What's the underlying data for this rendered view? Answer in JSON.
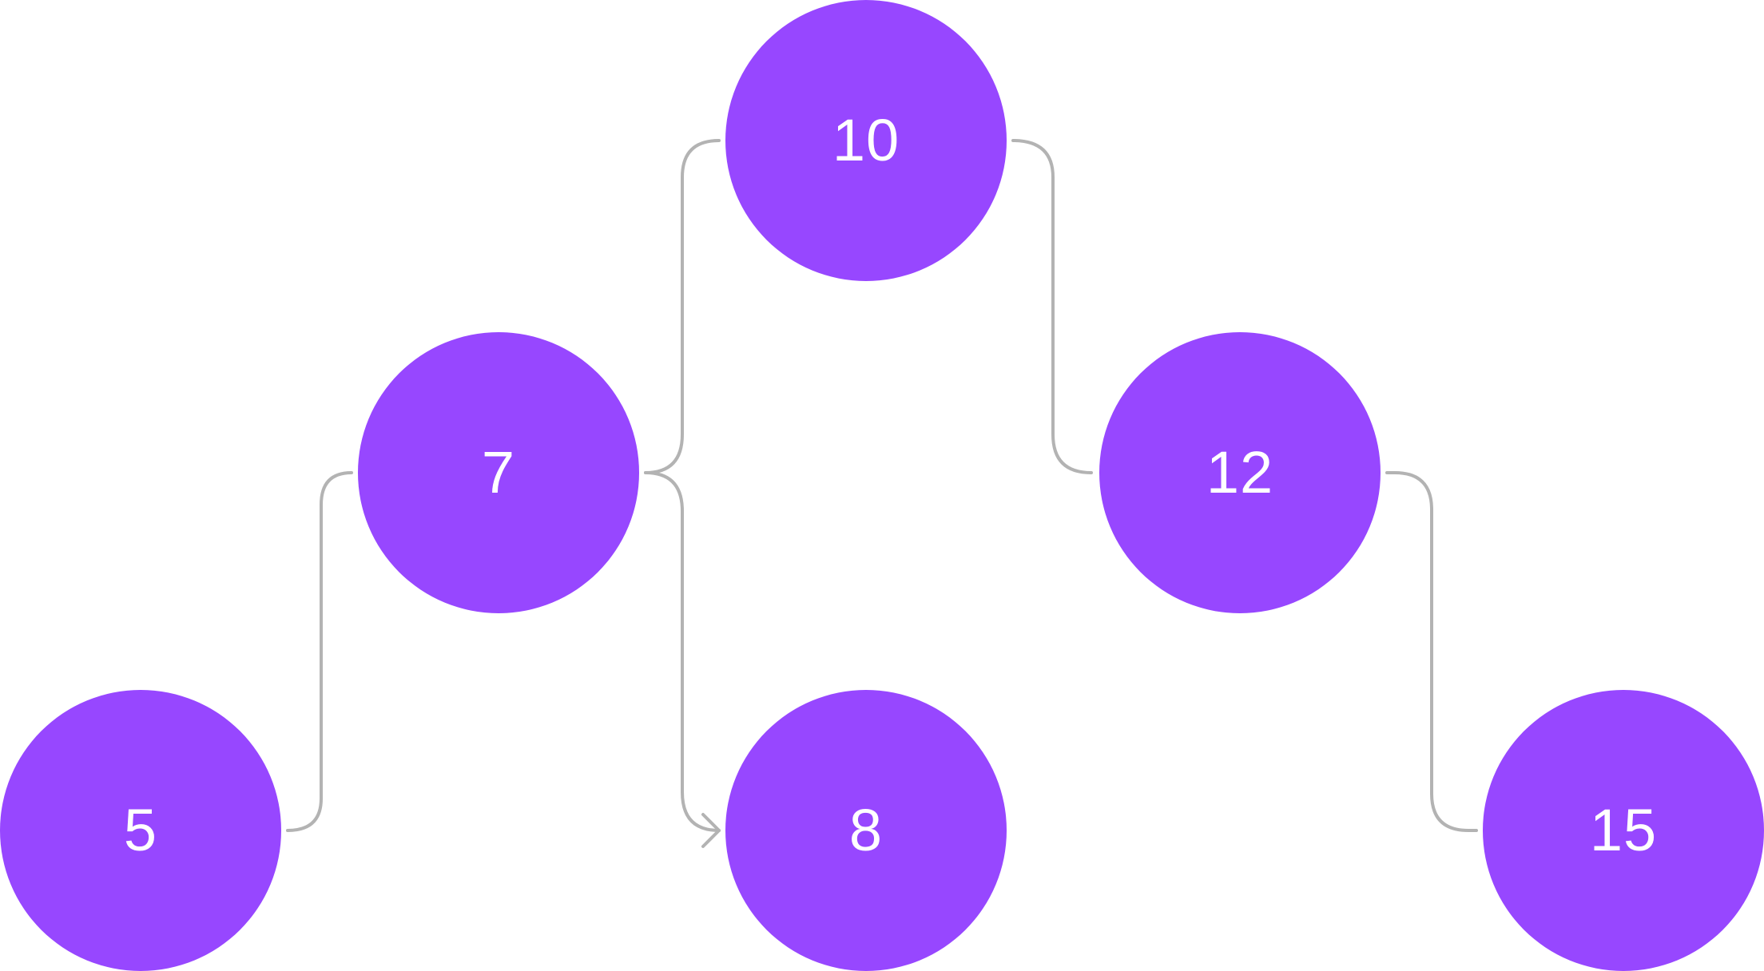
{
  "colors": {
    "node_fill": "#9747FF",
    "node_text": "#FFFFFF",
    "edge_stroke": "#B3B3B3",
    "background": "#FFFFFF"
  },
  "nodes": {
    "root": "10",
    "left": "7",
    "right": "12",
    "left_left": "5",
    "left_right": "8",
    "right_right": "15"
  },
  "edges": [
    {
      "from": "10",
      "to": "7"
    },
    {
      "from": "10",
      "to": "12"
    },
    {
      "from": "7",
      "to": "5"
    },
    {
      "from": "7",
      "to": "8"
    },
    {
      "from": "12",
      "to": "15"
    }
  ]
}
